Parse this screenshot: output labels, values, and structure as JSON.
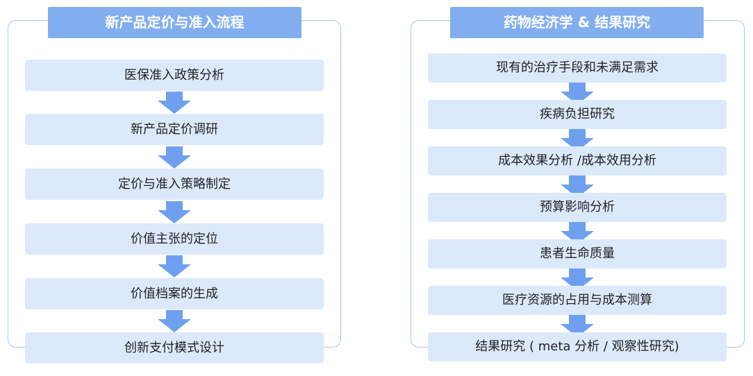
{
  "left_flow": {
    "title": "新产品定价与准入流程",
    "steps": [
      "医保准入政策分析",
      "新产品定价调研",
      "定价与准入策略制定",
      "价值主张的定位",
      "价值档案的生成",
      "创新支付模式设计"
    ]
  },
  "right_flow": {
    "title": "药物经济学 & 结果研究",
    "steps": [
      "现有的治疗手段和未满足需求",
      "疾病负担研究",
      "成本效果分析 /成本效用分析",
      "预算影响分析",
      "患者生命质量",
      "医疗资源的占用与成本测算",
      "结果研究 ( meta 分析 / 观察性研究)"
    ]
  },
  "colors": {
    "header_bg": "#82aef0",
    "step_bg": "#dce9fb",
    "arrow": "#6ea0ef",
    "panel_border": "#a9c4ef"
  }
}
